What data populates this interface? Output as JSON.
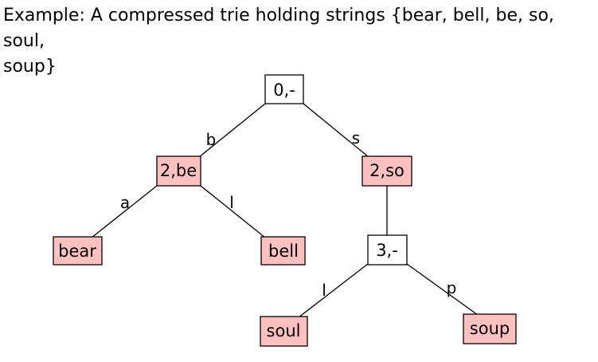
{
  "caption": {
    "line1": "Example: A compressed trie holding strings {bear, bell, be, so, soul,",
    "line2": "soup}"
  },
  "colors": {
    "word_node_fill": "#ffc0c0",
    "internal_node_fill": "#ffffff",
    "edge": "#000000"
  },
  "trie": {
    "nodes": {
      "root": {
        "label": "0,-",
        "stores_word": false
      },
      "be": {
        "label": "2,be",
        "stores_word": true
      },
      "so": {
        "label": "2,so",
        "stores_word": true
      },
      "bear": {
        "label": "bear",
        "stores_word": true
      },
      "bell": {
        "label": "bell",
        "stores_word": true
      },
      "so3": {
        "label": "3,-",
        "stores_word": false
      },
      "soul": {
        "label": "soul",
        "stores_word": true
      },
      "soup": {
        "label": "soup",
        "stores_word": true
      }
    },
    "edges": {
      "root_be": {
        "label": "b"
      },
      "root_so": {
        "label": "s"
      },
      "be_bear": {
        "label": "a"
      },
      "be_bell": {
        "label": "l"
      },
      "so_so3": {
        "label": ""
      },
      "so3_soul": {
        "label": "l"
      },
      "so3_soup": {
        "label": "p"
      }
    }
  }
}
